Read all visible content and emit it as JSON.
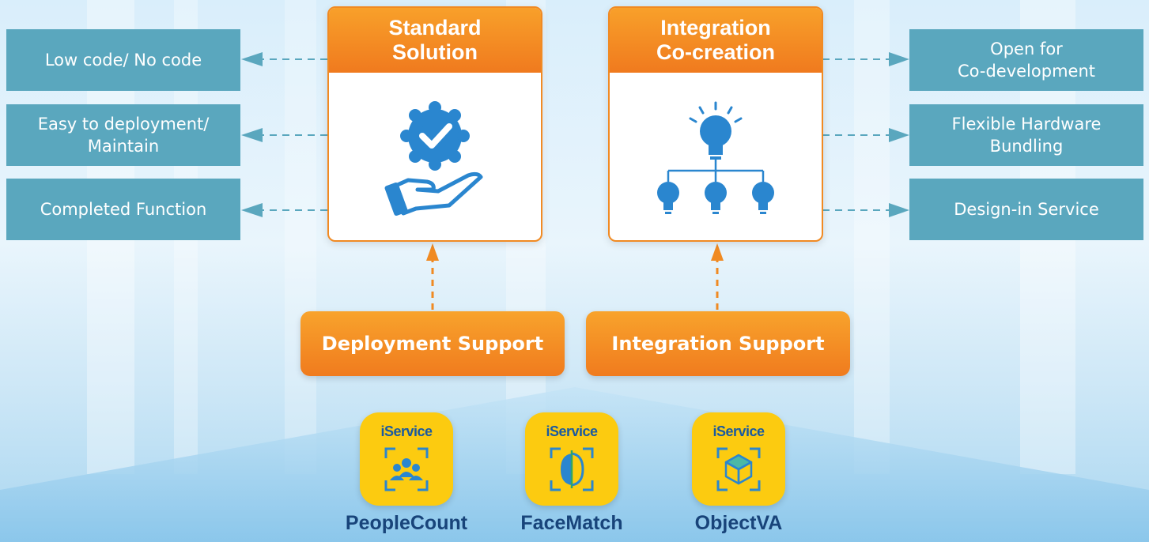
{
  "left_features": [
    {
      "label": "Low code/ No code"
    },
    {
      "label": "Easy to deployment/\nMaintain"
    },
    {
      "label": "Completed Function"
    }
  ],
  "right_features": [
    {
      "label": "Open for\nCo-development"
    },
    {
      "label": "Flexible Hardware\nBundling"
    },
    {
      "label": "Design-in Service"
    }
  ],
  "standard_card": {
    "title": "Standard\nSolution",
    "icon": "verified-hand-icon"
  },
  "integration_card": {
    "title": "Integration\nCo-creation",
    "icon": "idea-network-icon"
  },
  "supports": {
    "deployment": "Deployment Support",
    "integration": "Integration Support"
  },
  "apps": [
    {
      "brand": "iService",
      "name": "PeopleCount",
      "icon": "people-count-icon"
    },
    {
      "brand": "iService",
      "name": "FaceMatch",
      "icon": "face-match-icon"
    },
    {
      "brand": "iService",
      "name": "ObjectVA",
      "icon": "object-cube-icon"
    }
  ],
  "colors": {
    "accent_orange": "#f08a22",
    "feature_box": "#5aa7be",
    "icon_blue": "#2a86cf",
    "app_tile": "#fccb10",
    "app_text": "#18447a"
  }
}
